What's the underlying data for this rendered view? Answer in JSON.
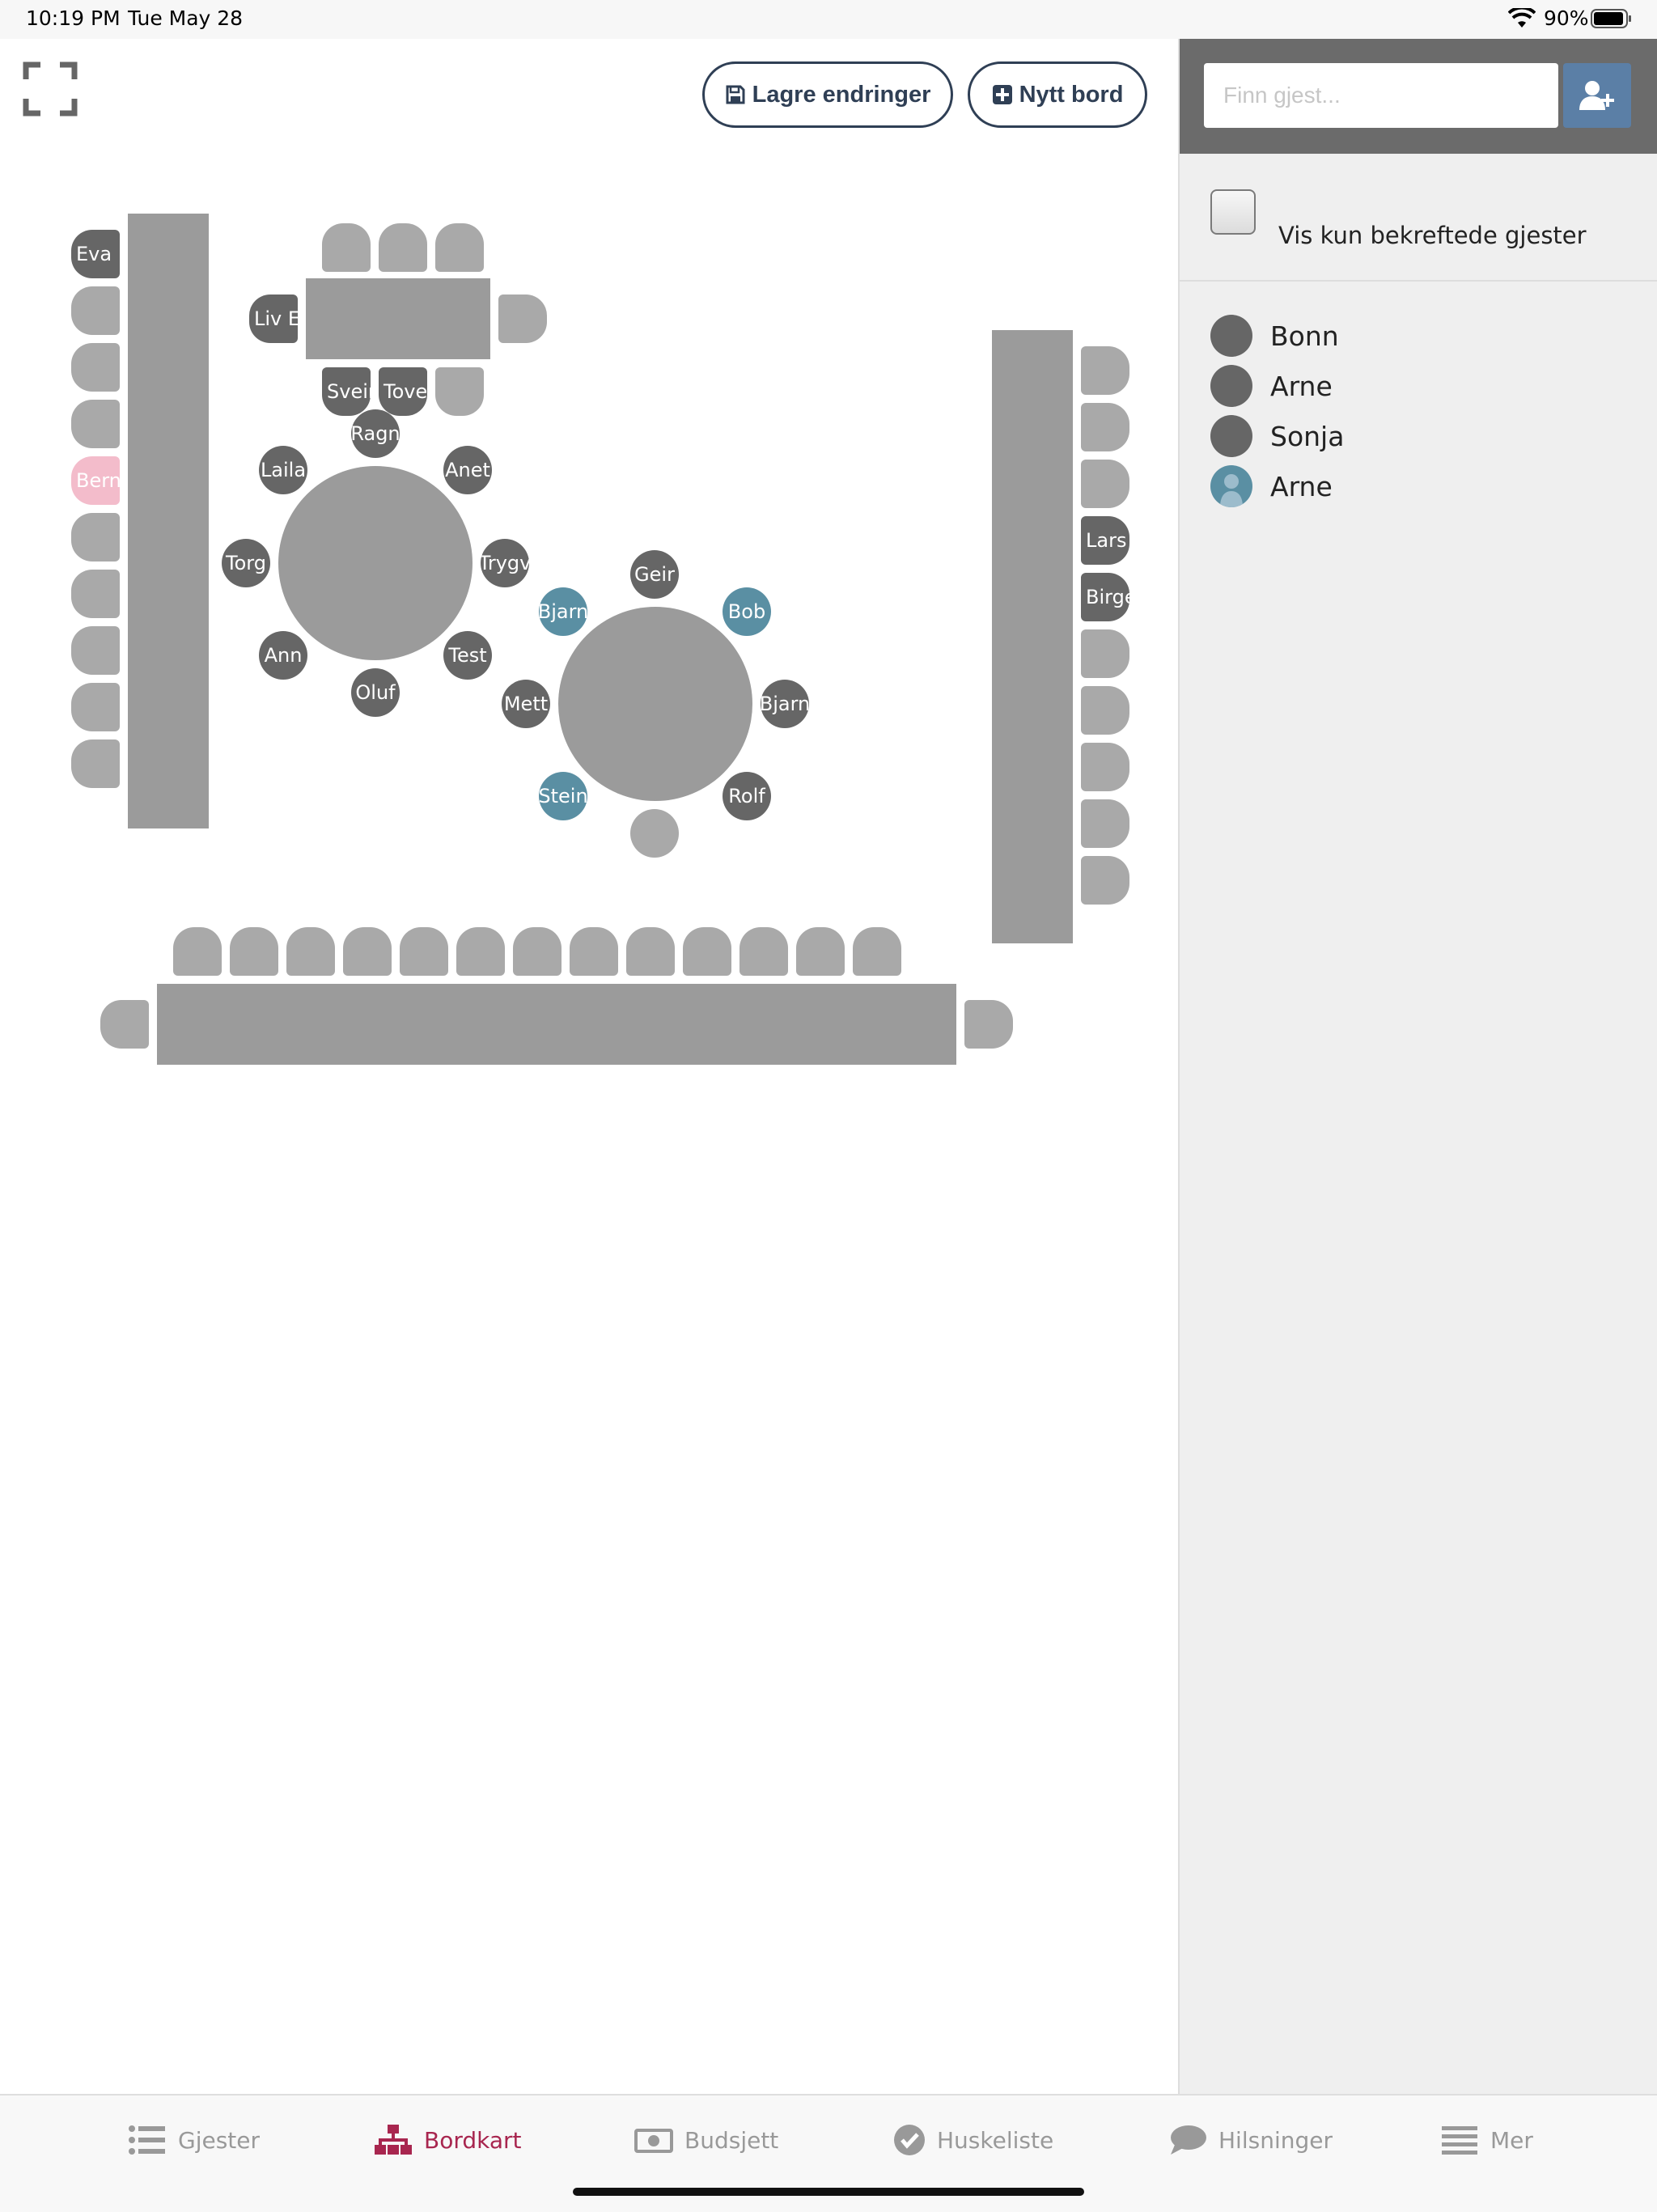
{
  "status": {
    "time": "10:19 PM",
    "date": "Tue May 28",
    "battery": "90%"
  },
  "toolbar": {
    "save_label": "Lagre endringer",
    "new_table_label": "Nytt bord"
  },
  "seating": {
    "left_long": [
      "Eva L",
      "Bern"
    ],
    "small_rect": [
      "Liv E",
      "Svein",
      "Tove"
    ],
    "round_a": [
      "Ragn",
      "Laila",
      "Anet",
      "Torg",
      "Trygv",
      "Ann",
      "Test",
      "Oluf"
    ],
    "round_b": [
      "Geir",
      "Bjarn",
      "Bob",
      "Mett",
      "Bjarn",
      "Stein",
      "Rolf"
    ],
    "right_long": [
      "Lars",
      "Birge"
    ]
  },
  "sidebar": {
    "search_placeholder": "Finn gjest...",
    "confirmed_only_label": "Vis kun bekreftede gjester",
    "guests": [
      "Bonn",
      "Arne",
      "Sonja",
      "Arne"
    ]
  },
  "tabs": [
    {
      "label": "Gjester"
    },
    {
      "label": "Bordkart"
    },
    {
      "label": "Budsjett"
    },
    {
      "label": "Huskeliste"
    },
    {
      "label": "Hilsninger"
    },
    {
      "label": "Mer"
    }
  ],
  "colors": {
    "accent": "#a8264f",
    "button_border": "#2f3f55",
    "add_button": "#5b7fa6",
    "guest_dark": "#666666",
    "guest_blue": "#5a8fa3",
    "guest_pink": "#f3bccb"
  }
}
